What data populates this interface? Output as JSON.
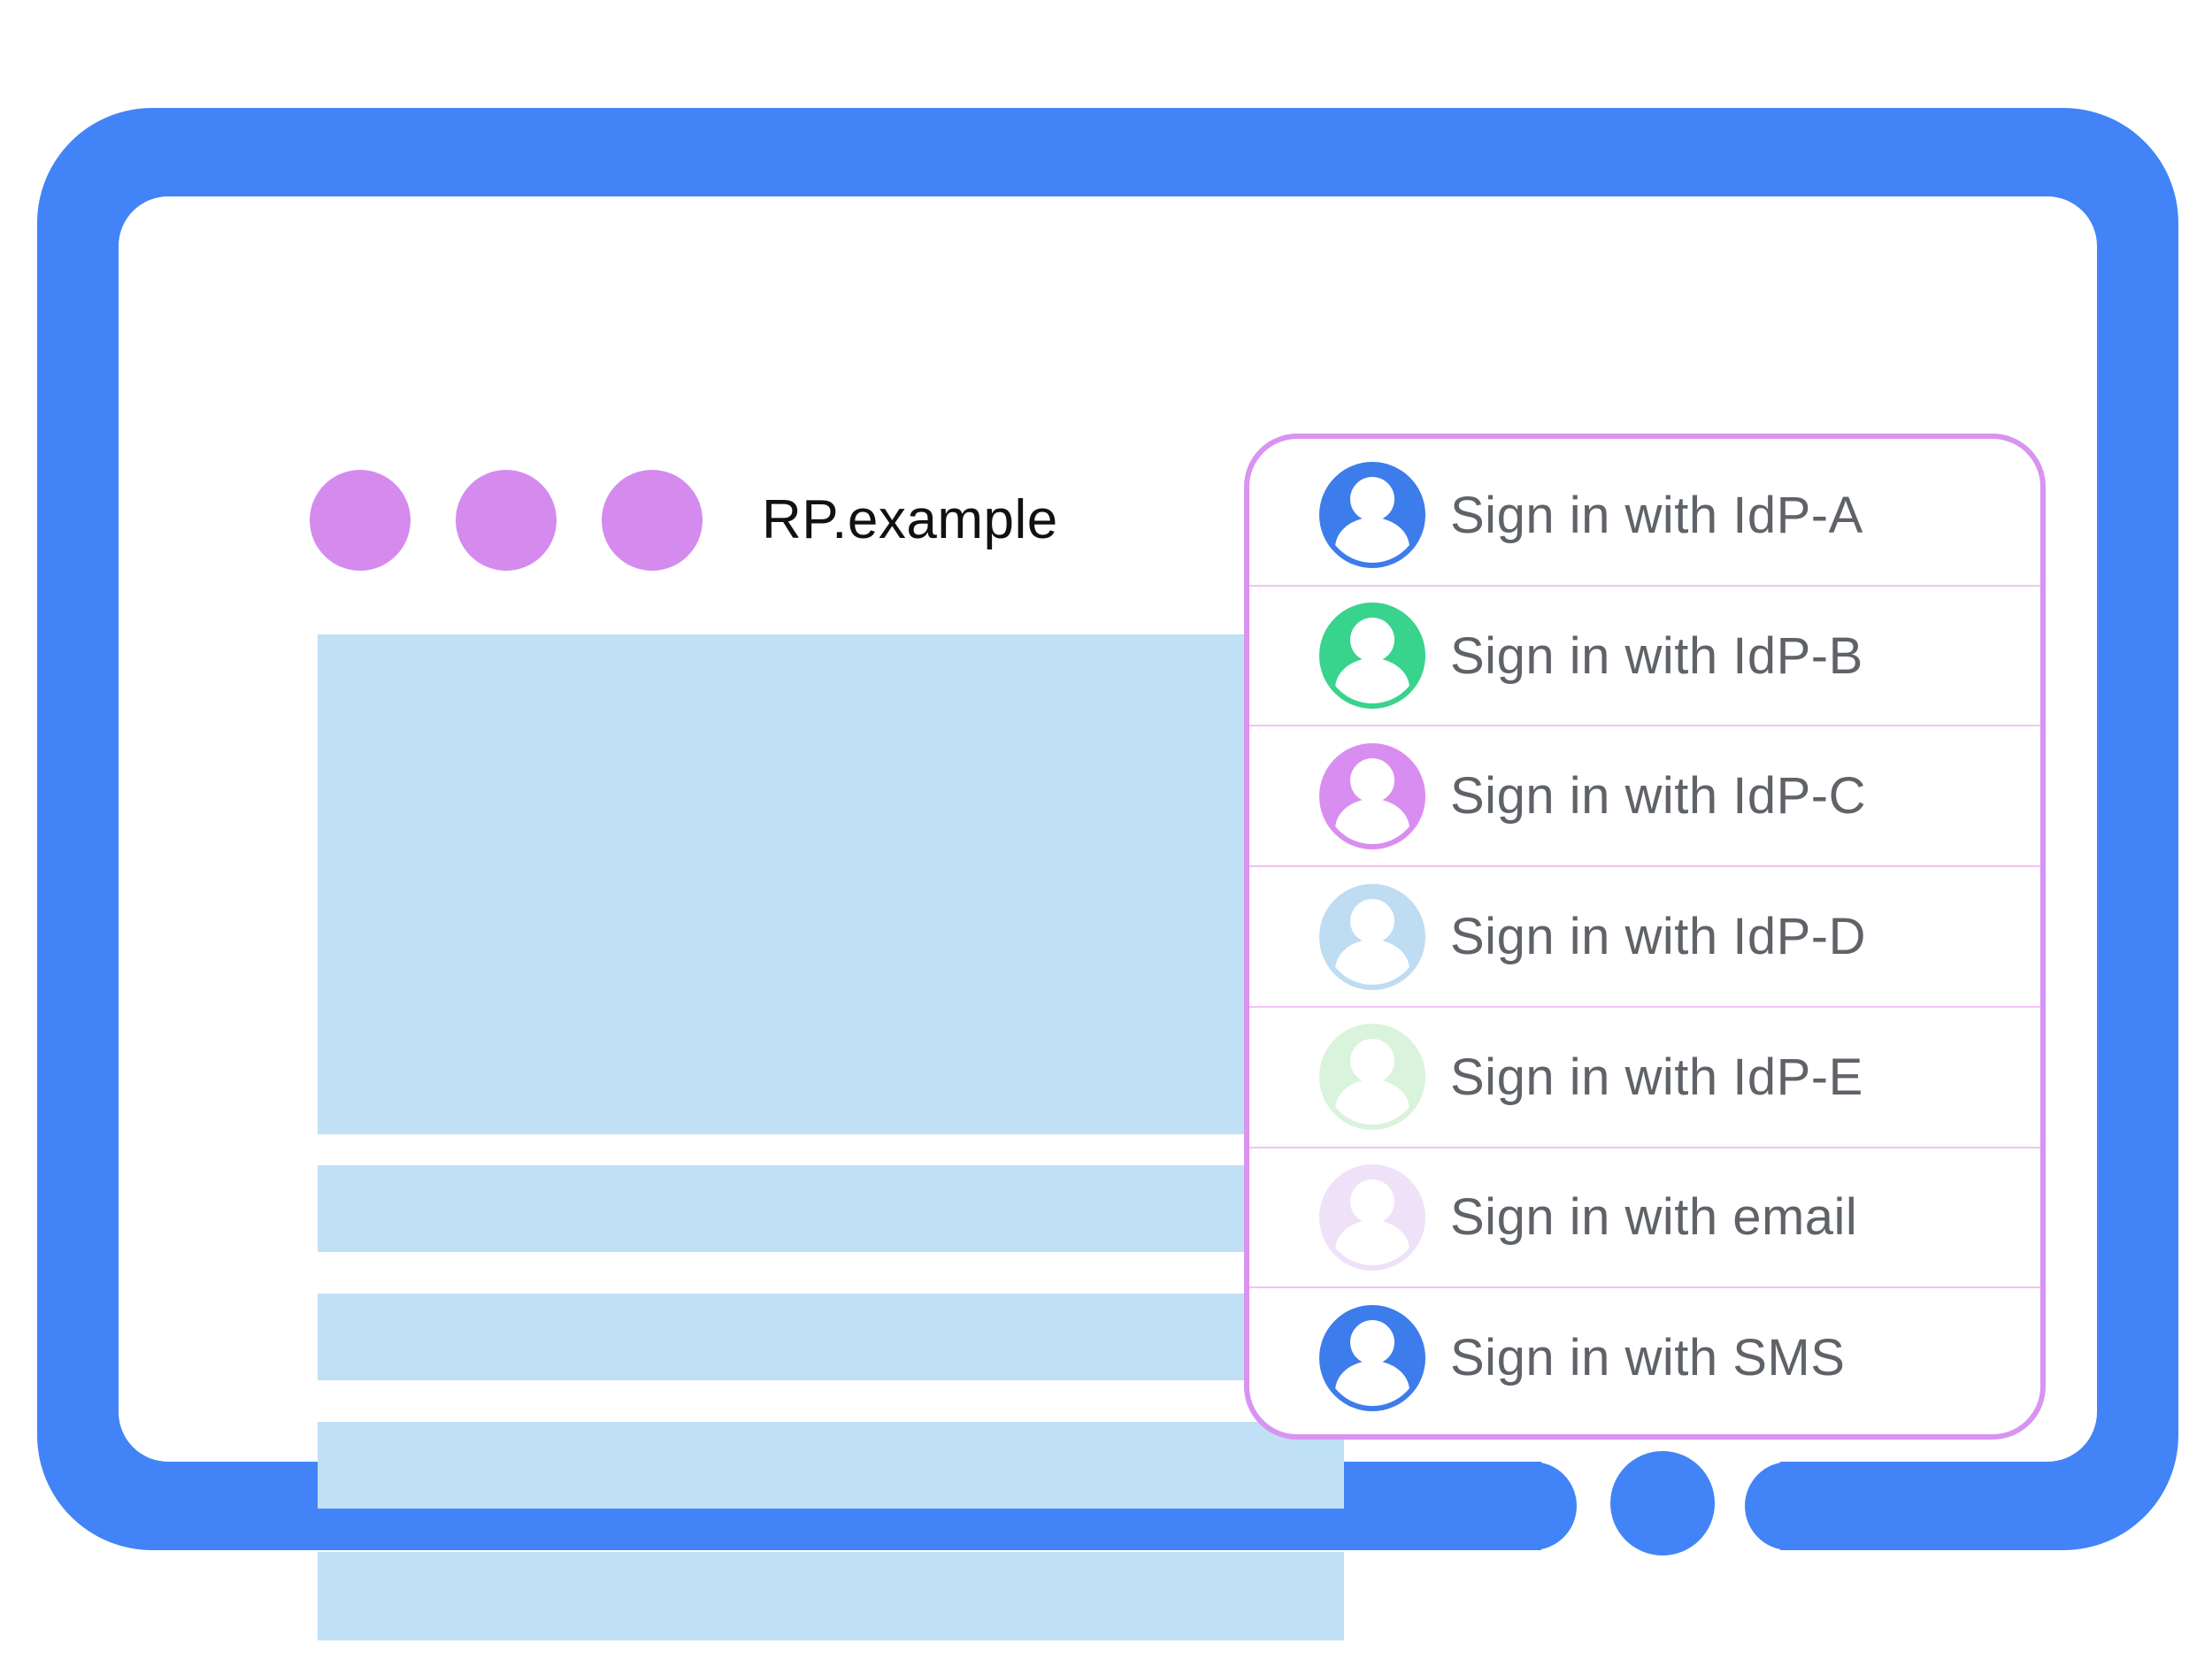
{
  "window": {
    "title": "RP.example",
    "controls": {
      "dot_count": 3,
      "dot_color": "#d58bee"
    }
  },
  "colors": {
    "frame_blue": "#4284f7",
    "skeleton_blue": "#bfe0f5",
    "panel_border_purple": "#d993f1",
    "panel_separator_pink": "#f1c4f5",
    "label_gray": "#5f6368",
    "title_black": "#111111"
  },
  "panel": {
    "items": [
      {
        "label": "Sign in with IdP-A",
        "icon": "user-avatar-icon",
        "icon_color": "#3d7ceb"
      },
      {
        "label": "Sign in with IdP-B",
        "icon": "user-avatar-icon",
        "icon_color": "#38d38c"
      },
      {
        "label": "Sign in with IdP-C",
        "icon": "user-avatar-icon",
        "icon_color": "#d98df0"
      },
      {
        "label": "Sign in with IdP-D",
        "icon": "user-avatar-icon",
        "icon_color": "#bedcf2"
      },
      {
        "label": "Sign in with IdP-E",
        "icon": "user-avatar-icon",
        "icon_color": "#d9f3dc"
      },
      {
        "label": "Sign in with email",
        "icon": "user-avatar-icon",
        "icon_color": "#efe1f8"
      },
      {
        "label": "Sign in with SMS",
        "icon": "user-avatar-icon",
        "icon_color": "#3d7ceb"
      }
    ]
  }
}
